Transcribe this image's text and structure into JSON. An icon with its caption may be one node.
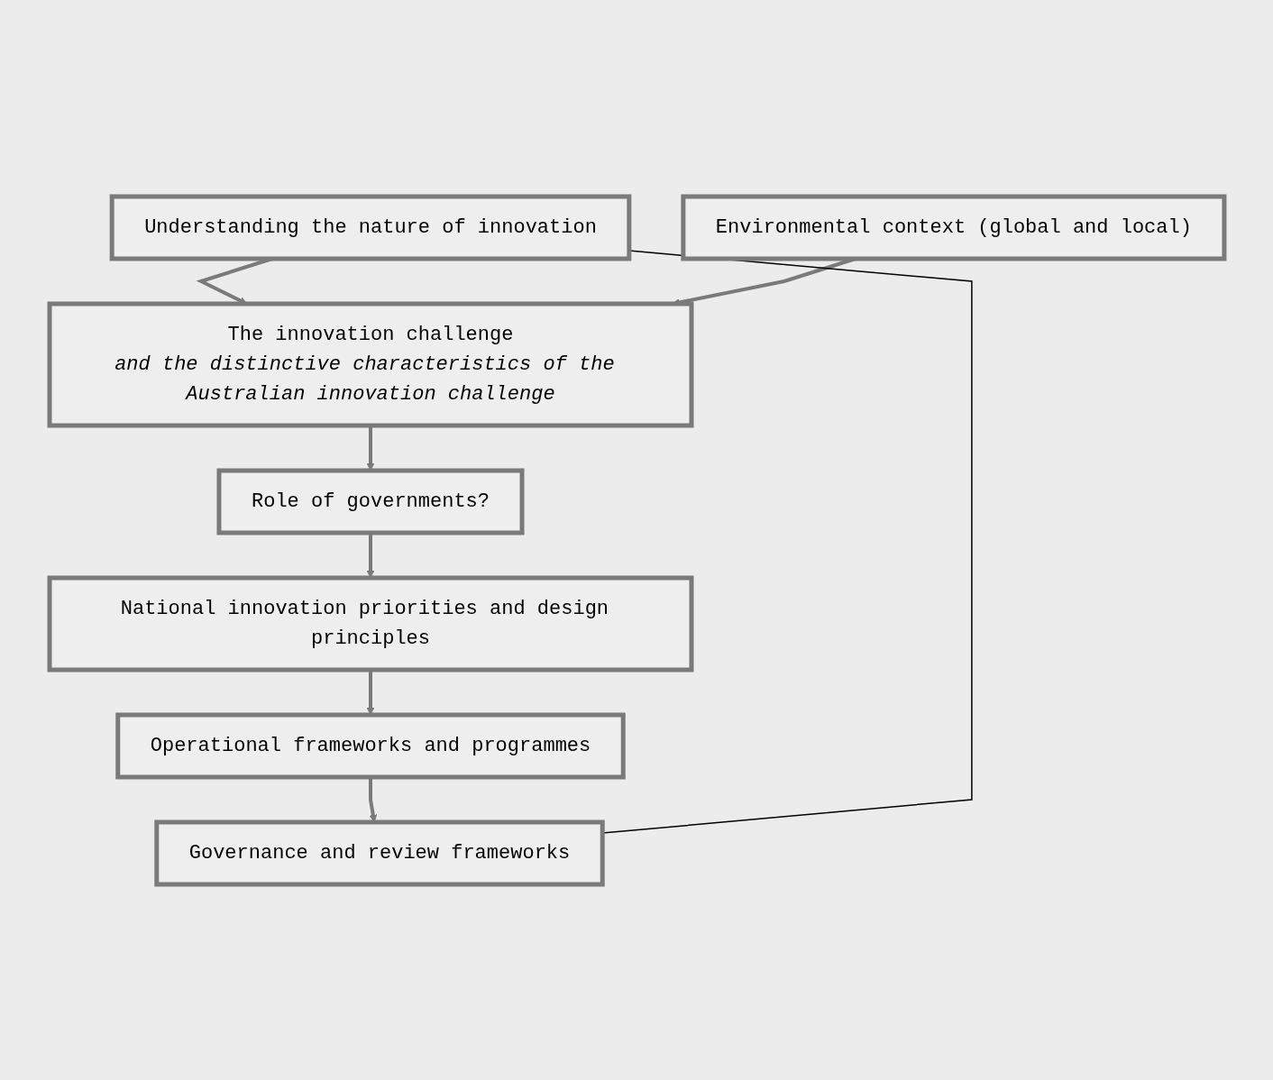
{
  "diagram": {
    "nodes": [
      {
        "text": [
          "Understanding the nature of innovation"
        ]
      },
      {
        "text": [
          "Environmental context (global and local)"
        ]
      },
      {
        "text": [
          "The innovation challenge",
          "and the distinctive characteristics of the Australian innovation challenge"
        ]
      },
      {
        "text": [
          "Role of governments?"
        ]
      },
      {
        "text": [
          "National innovation priorities and design principles"
        ]
      },
      {
        "text": [
          "Operational frameworks and programmes"
        ]
      },
      {
        "text": [
          "Governance and review frameworks"
        ]
      }
    ],
    "edges": [
      {
        "from": 0,
        "to": 2,
        "arrow": "to"
      },
      {
        "from": 1,
        "to": 2,
        "arrow": "to"
      },
      {
        "from": 2,
        "to": 3,
        "arrow": "to"
      },
      {
        "from": 3,
        "to": 4,
        "arrow": "to"
      },
      {
        "from": 4,
        "to": 5,
        "arrow": "to"
      },
      {
        "from": 5,
        "to": 6,
        "arrow": "to"
      },
      {
        "from": 6,
        "to": 0,
        "arrow": "none",
        "color": "#000000"
      }
    ]
  }
}
